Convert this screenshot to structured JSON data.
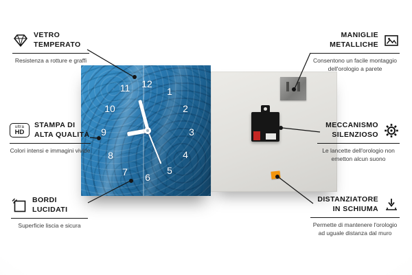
{
  "callouts": {
    "vetro": {
      "title": "VETRO TEMPERATO",
      "desc": "Resistenza a rotture e graffi"
    },
    "stampa": {
      "title": "STAMPA DI ALTA QUALITÀ",
      "desc": "Colori intensi e immagini vivide"
    },
    "bordi": {
      "title": "BORDI LUCIDATI",
      "desc": "Superficie liscia e sicura"
    },
    "maniglie": {
      "title": "MANIGLIE METALLICHE",
      "desc": "Consentono un facile montaggio dell'orologio a parete"
    },
    "meccanismo": {
      "title": "MECCANISMO SILENZIOSO",
      "desc": "Le lancette dell'orologio non emetton alcun suono"
    },
    "distanziatore": {
      "title": "DISTANZIATORE IN SCHIUMA",
      "desc": "Permette di mantenere l'orologio ad uguale distanza dal muro"
    }
  },
  "icons": {
    "ultra_hd_top": "ultra",
    "ultra_hd_bottom": "HD"
  },
  "product": {
    "clock_numbers": [
      "11",
      "12",
      "1",
      "2",
      "3",
      "4",
      "5",
      "6",
      "7",
      "8",
      "9",
      "10"
    ]
  },
  "colors": {
    "accent_blue": "#2a7ab2",
    "foam_orange": "#f3960c",
    "line": "#141414"
  }
}
